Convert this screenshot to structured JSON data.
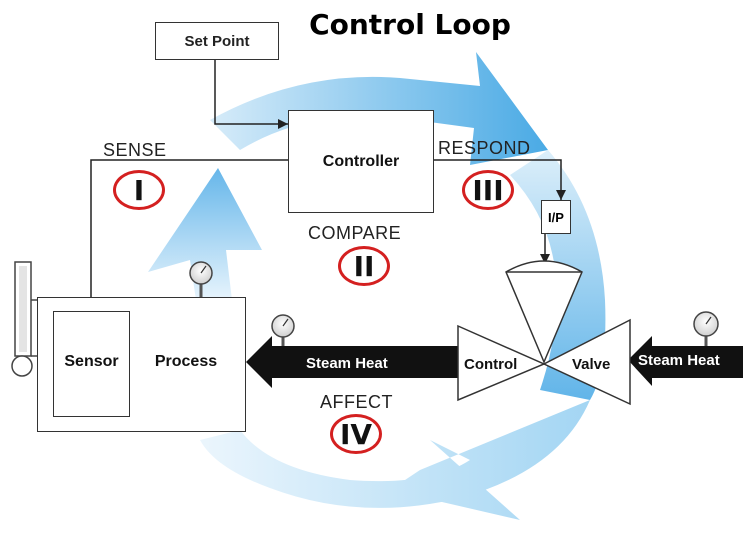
{
  "title": "Control Loop",
  "set_point_label": "Set Point",
  "controller_label": "Controller",
  "ip_label": "I/P",
  "sensor_label": "Sensor",
  "process_label": "Process",
  "steam_heat_inlet_label": "Steam Heat",
  "steam_heat_outlet_label": "Steam Heat",
  "valve_left_label": "Control",
  "valve_right_label": "Valve",
  "steps": {
    "sense": {
      "label": "SENSE",
      "numeral": "I"
    },
    "compare": {
      "label": "COMPARE",
      "numeral": "II"
    },
    "respond": {
      "label": "RESPOND",
      "numeral": "III"
    },
    "affect": {
      "label": "AFFECT",
      "numeral": "IV"
    }
  },
  "colors": {
    "cycle_blue": "#5fb1e6",
    "numeral_ring": "#d42020",
    "steam_arrow": "#111111"
  }
}
